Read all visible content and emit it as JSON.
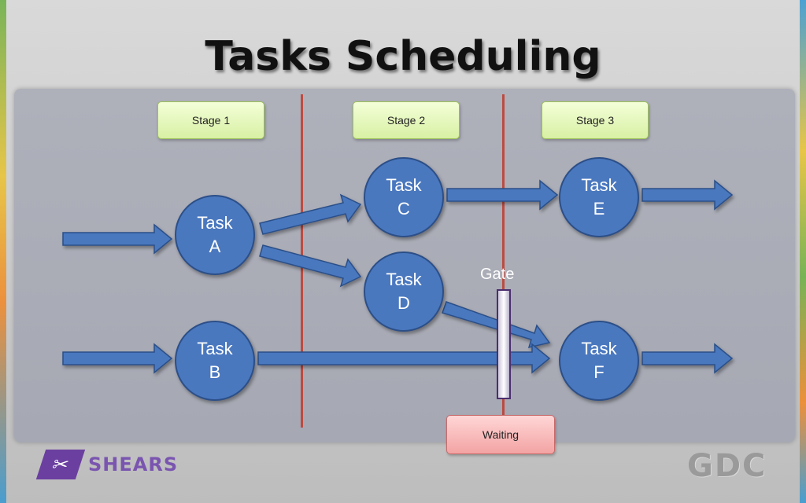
{
  "slide": {
    "title": "Tasks Scheduling"
  },
  "stages": [
    {
      "label": "Stage 1"
    },
    {
      "label": "Stage 2"
    },
    {
      "label": "Stage 3"
    }
  ],
  "tasks": {
    "a": {
      "line1": "Task",
      "line2": "A"
    },
    "b": {
      "line1": "Task",
      "line2": "B"
    },
    "c": {
      "line1": "Task",
      "line2": "C"
    },
    "d": {
      "line1": "Task",
      "line2": "D"
    },
    "e": {
      "line1": "Task",
      "line2": "E"
    },
    "f": {
      "line1": "Task",
      "line2": "F"
    }
  },
  "gate": {
    "label": "Gate"
  },
  "waiting": {
    "label": "Waiting"
  },
  "logos": {
    "shears": {
      "name": "SHEARS",
      "icon": "scissors-icon"
    },
    "gdc": {
      "name": "GDC"
    }
  },
  "colors": {
    "task_fill": "#4a78bf",
    "arrow_fill": "#4a78bf",
    "divider": "#c0392b",
    "stage_box": "#d8f0a4",
    "waiting_box": "#f3a3a3",
    "gate_border": "#4b2f6e"
  }
}
